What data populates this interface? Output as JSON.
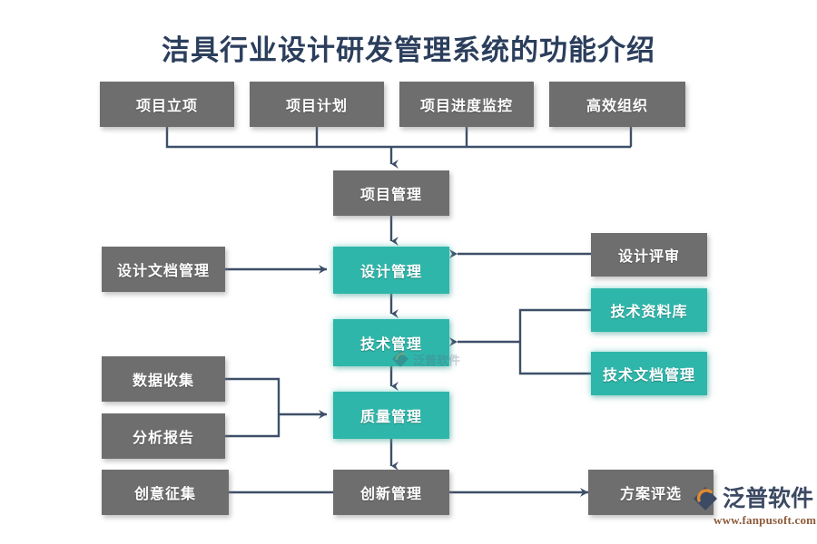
{
  "page": {
    "title": "洁具行业设计研发管理系统的功能介绍",
    "background": "#ffffff"
  },
  "colors": {
    "title_text": "#2b3e5c",
    "gray_box": "#6e6e6e",
    "teal_box": "#2fb6aa",
    "connector": "#3d4f68",
    "box_text": "#ffffff",
    "brand_text": "#3c4a63",
    "brand_url": "#8d5a3a",
    "brand_accent": "#e08a2e"
  },
  "diagram": {
    "type": "flowchart",
    "top_row": [
      {
        "id": "project-initiation",
        "label": "项目立项",
        "style": "gray"
      },
      {
        "id": "project-plan",
        "label": "项目计划",
        "style": "gray"
      },
      {
        "id": "project-progress-monitoring",
        "label": "项目进度监控",
        "style": "gray"
      },
      {
        "id": "efficient-organization",
        "label": "高效组织",
        "style": "gray"
      }
    ],
    "center_column": [
      {
        "id": "project-management",
        "label": "项目管理",
        "style": "gray"
      },
      {
        "id": "design-management",
        "label": "设计管理",
        "style": "teal"
      },
      {
        "id": "technology-management",
        "label": "技术管理",
        "style": "teal"
      },
      {
        "id": "quality-management",
        "label": "质量管理",
        "style": "teal"
      },
      {
        "id": "innovation-management",
        "label": "创新管理",
        "style": "gray"
      }
    ],
    "left_column": [
      {
        "id": "design-document-management",
        "label": "设计文档管理",
        "style": "gray"
      },
      {
        "id": "data-collection",
        "label": "数据收集",
        "style": "gray"
      },
      {
        "id": "analysis-report",
        "label": "分析报告",
        "style": "gray"
      },
      {
        "id": "idea-collection",
        "label": "创意征集",
        "style": "gray"
      }
    ],
    "right_column": [
      {
        "id": "design-review",
        "label": "设计评审",
        "style": "gray"
      },
      {
        "id": "technical-data-library",
        "label": "技术资料库",
        "style": "teal"
      },
      {
        "id": "technical-document-management",
        "label": "技术文档管理",
        "style": "teal"
      },
      {
        "id": "scheme-evaluation",
        "label": "方案评选",
        "style": "gray"
      }
    ]
  },
  "watermark": {
    "text": "泛普软件"
  },
  "brand": {
    "name": "泛普软件",
    "url": "www.fanpusoft.com"
  }
}
